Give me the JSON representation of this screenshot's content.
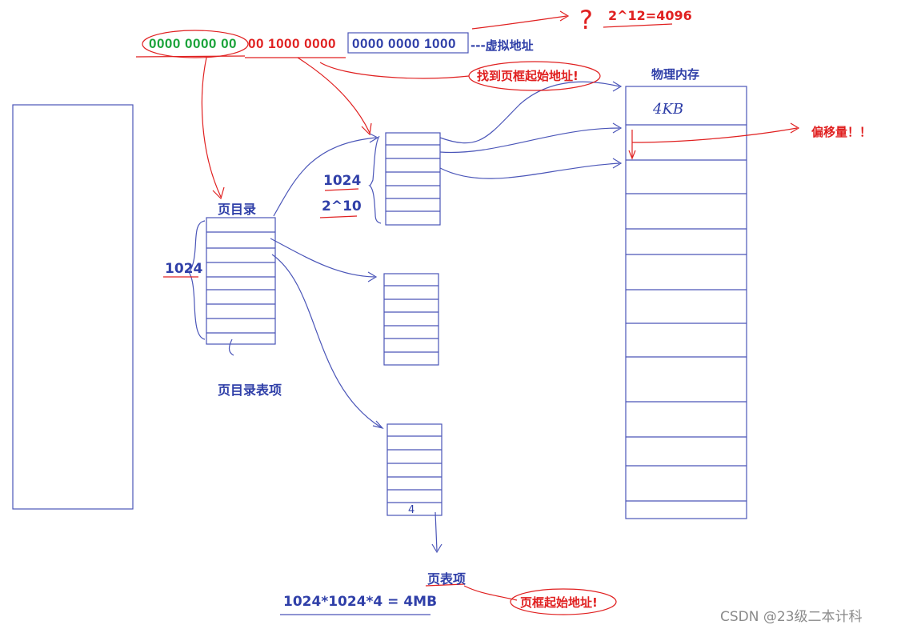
{
  "address": {
    "dir_bits_a": "0000 0000 00",
    "table_bits_a": "00 1000 0000",
    "offset_bits": "0000 0000 1000",
    "suffix": "---虚拟地址"
  },
  "annotations": {
    "question": "?",
    "pow12": "2^12=4096",
    "find_frame": "找到页框起始地址!",
    "phys_mem": "物理内存",
    "page_size": "4KB",
    "offset": "偏移量！！",
    "dir_label": "页目录",
    "dir_count": "1024",
    "pt_count": "1024",
    "pt_pow": "2^10",
    "dir_entry": "页目录表项",
    "pte_value": "4",
    "pte_label": "页表项",
    "total": "1024*1024*4 = 4MB",
    "frame_start": "页框起始地址!"
  },
  "watermark": "CSDN @23级二本计科",
  "colors": {
    "blue": "#2f3fa8",
    "red": "#e02020",
    "green": "#1aa33a",
    "stroke": "#4a55b8"
  }
}
